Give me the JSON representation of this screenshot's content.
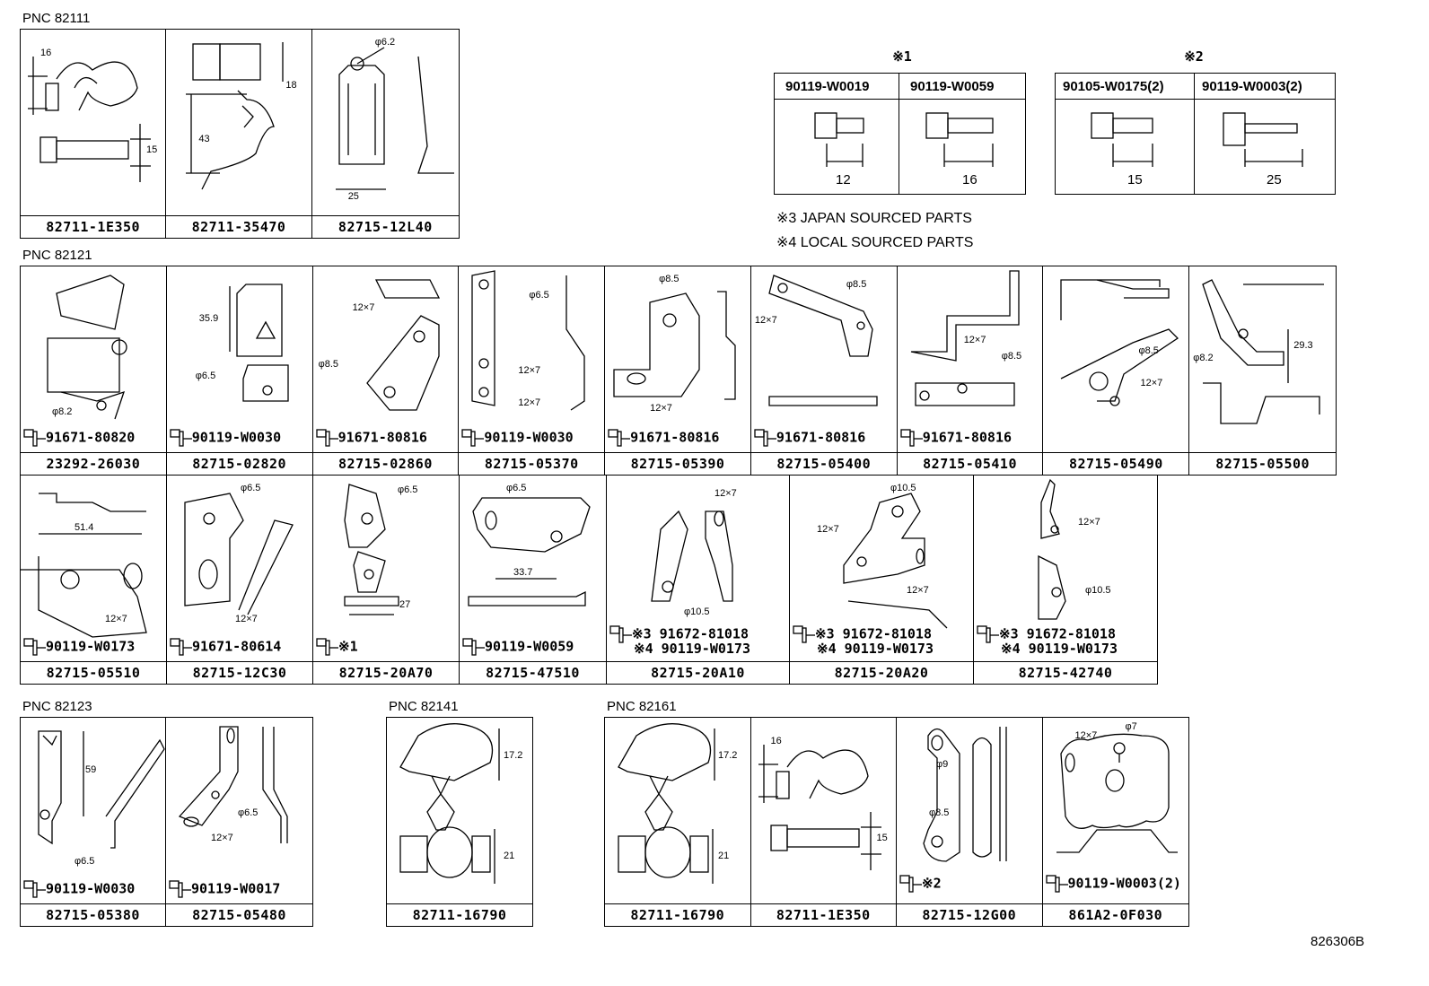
{
  "diagram_code": "826306B",
  "notes": {
    "note3": "※3 JAPAN SOURCED PARTS",
    "note4": "※4 LOCAL SOURCED PARTS"
  },
  "bolt_table": {
    "group1": {
      "mark": "※1",
      "cols": [
        {
          "pn": "90119-W0019",
          "len": "12"
        },
        {
          "pn": "90119-W0059",
          "len": "16"
        }
      ]
    },
    "group2": {
      "mark": "※2",
      "cols": [
        {
          "pn": "90105-W0175(2)",
          "len": "15"
        },
        {
          "pn": "90119-W0003(2)",
          "len": "25"
        }
      ]
    }
  },
  "sections": {
    "s82111": {
      "pnc": "PNC 82111",
      "cells": [
        {
          "pn": "82711-1E350",
          "dims": [
            "16",
            "15"
          ]
        },
        {
          "pn": "82711-35470",
          "dims": [
            "18",
            "43"
          ]
        },
        {
          "pn": "82715-12L40",
          "dims": [
            "φ6.2",
            "25"
          ]
        }
      ]
    },
    "s82121a": {
      "pnc": "PNC 82121",
      "cells": [
        {
          "pn": "23292-26030",
          "fastener": "91671-80820",
          "dims": [
            "φ8.2"
          ]
        },
        {
          "pn": "82715-02820",
          "fastener": "90119-W0030",
          "dims": [
            "35.9",
            "φ6.5"
          ]
        },
        {
          "pn": "82715-02860",
          "fastener": "91671-80816",
          "dims": [
            "12×7",
            "φ8.5"
          ]
        },
        {
          "pn": "82715-05370",
          "fastener": "90119-W0030",
          "dims": [
            "φ6.5",
            "12×7",
            "12×7"
          ]
        },
        {
          "pn": "82715-05390",
          "fastener": "91671-80816",
          "dims": [
            "φ8.5",
            "12×7"
          ]
        },
        {
          "pn": "82715-05400",
          "fastener": "91671-80816",
          "dims": [
            "φ8.5",
            "12×7"
          ]
        },
        {
          "pn": "82715-05410",
          "fastener": "91671-80816",
          "dims": [
            "12×7",
            "φ8.5"
          ]
        },
        {
          "pn": "82715-05490",
          "dims": [
            "φ8.5",
            "12×7"
          ]
        },
        {
          "pn": "82715-05500",
          "dims": [
            "φ8.2",
            "29.3"
          ]
        }
      ]
    },
    "s82121b": {
      "cells": [
        {
          "pn": "82715-05510",
          "fastener": "90119-W0173",
          "dims": [
            "51.4",
            "12×7"
          ]
        },
        {
          "pn": "82715-12C30",
          "fastener": "91671-80614",
          "dims": [
            "φ6.5",
            "12×7"
          ]
        },
        {
          "pn": "82715-20A70",
          "fastener": "※1",
          "dims": [
            "φ6.5",
            "27"
          ]
        },
        {
          "pn": "82715-47510",
          "fastener": "90119-W0059",
          "dims": [
            "φ6.5",
            "33.7"
          ]
        },
        {
          "pn": "82715-20A10",
          "f3": "91672-81018",
          "f4": "90119-W0173",
          "dims": [
            "12×7",
            "φ10.5"
          ]
        },
        {
          "pn": "82715-20A20",
          "f3": "91672-81018",
          "f4": "90119-W0173",
          "dims": [
            "φ10.5",
            "12×7",
            "12×7"
          ]
        },
        {
          "pn": "82715-42740",
          "f3": "91672-81018",
          "f4": "90119-W0173",
          "dims": [
            "12×7",
            "φ10.5"
          ]
        }
      ]
    },
    "s82123": {
      "pnc": "PNC 82123",
      "cells": [
        {
          "pn": "82715-05380",
          "fastener": "90119-W0030",
          "dims": [
            "59",
            "φ6.5"
          ]
        },
        {
          "pn": "82715-05480",
          "fastener": "90119-W0017",
          "dims": [
            "φ6.5",
            "12×7"
          ]
        }
      ]
    },
    "s82141": {
      "pnc": "PNC 82141",
      "cells": [
        {
          "pn": "82711-16790",
          "dims": [
            "17.2",
            "21"
          ]
        }
      ]
    },
    "s82161": {
      "pnc": "PNC 82161",
      "cells": [
        {
          "pn": "82711-16790",
          "dims": [
            "17.2",
            "21"
          ]
        },
        {
          "pn": "82711-1E350",
          "dims": [
            "16",
            "15"
          ]
        },
        {
          "pn": "82715-12G00",
          "fastener": "※2",
          "dims": [
            "φ9",
            "φ8.5"
          ]
        },
        {
          "pn": "861A2-0F030",
          "fastener": "90119-W0003(2)",
          "dims": [
            "12×7",
            "φ7"
          ]
        }
      ]
    }
  }
}
